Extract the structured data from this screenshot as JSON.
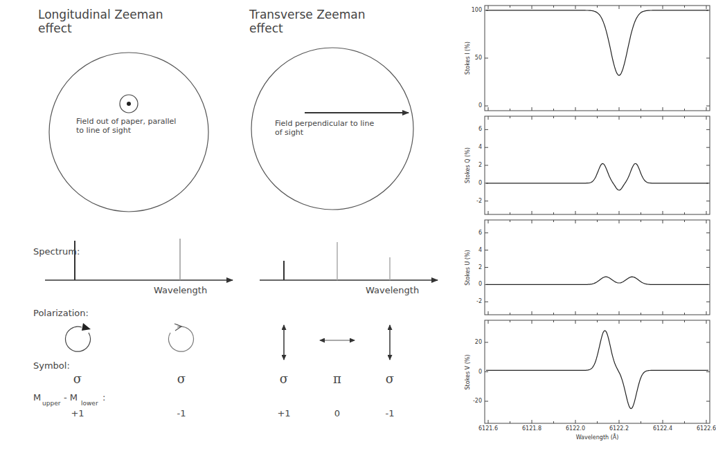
{
  "diagram": {
    "nodes": [
      {
        "text": [
          "Field out of paper, parallel to line of sight"
        ]
      },
      {
        "text": [
          "Field perpendicular to line of sight"
        ]
      }
    ],
    "labels": [
      "Longitudinal Zeeman effect",
      "Transverse Zeeman effect",
      "Spectrum:",
      "Wavelength",
      "Wavelength",
      "Polarization:",
      "Symbol:",
      "σ",
      "σ",
      "σ",
      "π",
      "σ",
      "M",
      "upper",
      "- M",
      "lower",
      ":",
      "+1",
      "-1",
      "+1",
      "0",
      "-1",
      "100",
      "50",
      "0",
      "Stokes I (%)",
      "6",
      "4",
      "2",
      "0",
      "-2",
      "Stokes Q (%)",
      "6",
      "4",
      "2",
      "0",
      "-2",
      "Stokes U (%)",
      "20",
      "0",
      "-20",
      "Stokes V (%)",
      "6121.6",
      "6121.8",
      "6122.0",
      "6122.2",
      "6122.4",
      "6122.6",
      "Wavelength (Å)"
    ]
  }
}
